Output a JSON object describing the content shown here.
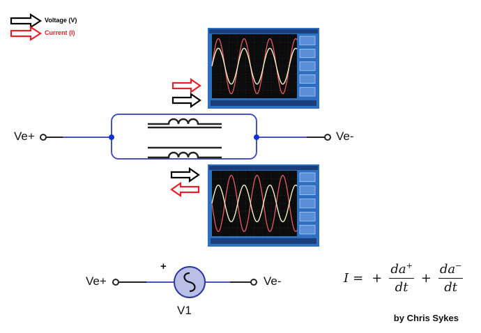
{
  "legend": {
    "voltage_label": "Voltage (V)",
    "current_label": "Current (I)",
    "voltage_color": "#000000",
    "current_color": "#e8202a"
  },
  "circuit": {
    "top_left_terminal": "Ve+",
    "top_right_terminal": "Ve-",
    "bottom_left_terminal": "Ve+",
    "bottom_right_terminal": "Ve-",
    "source_polarity": "+",
    "source_name": "V1",
    "wire_color": "#4a4fc0",
    "node_color": "#1630d8"
  },
  "scopes": [
    {
      "position": "top",
      "traces": [
        "voltage",
        "current"
      ],
      "phase_relation": "in-phase"
    },
    {
      "position": "bottom",
      "traces": [
        "voltage",
        "current"
      ],
      "phase_relation": "anti-phase"
    }
  ],
  "formula": {
    "lhs": "I",
    "eq": "=",
    "sign": "+",
    "term1_num": "da",
    "term1_sup": "+",
    "term1_den": "dt",
    "plus": "+",
    "term2_num": "da",
    "term2_sup": "−",
    "term2_den": "dt"
  },
  "credit": "by Chris Sykes"
}
